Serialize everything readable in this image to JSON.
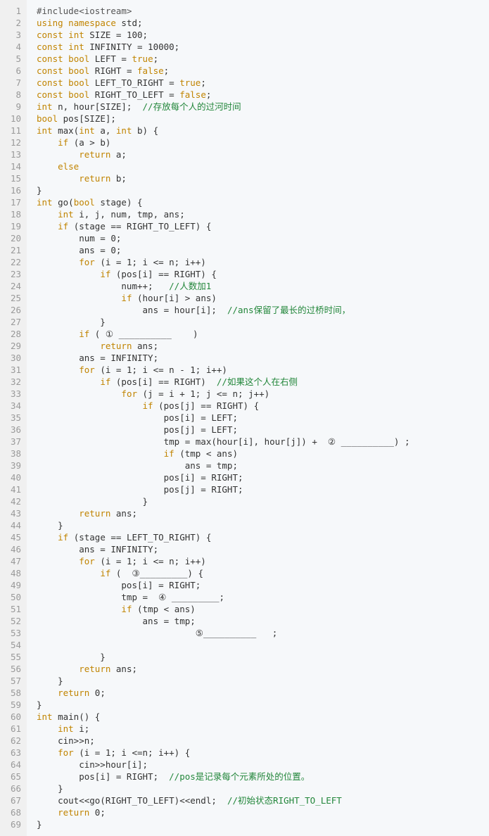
{
  "colors": {
    "background": "#f6f8fa",
    "gutter": "#f0f0f0",
    "keyword": "#c18401",
    "comment": "#22863a",
    "text": "#333333",
    "line_number": "#999999"
  },
  "code_lines": [
    "#include<iostream>",
    "using namespace std;",
    "const int SIZE = 100;",
    "const int INFINITY = 10000;",
    "const bool LEFT = true;",
    "const bool RIGHT = false;",
    "const bool LEFT_TO_RIGHT = true;",
    "const bool RIGHT_TO_LEFT = false;",
    "int n, hour[SIZE];  //存放每个人的过河时间",
    "bool pos[SIZE];",
    "int max(int a, int b) {",
    "    if (a > b)",
    "        return a;",
    "    else",
    "        return b;",
    "}",
    "int go(bool stage) {",
    "    int i, j, num, tmp, ans;",
    "    if (stage == RIGHT_TO_LEFT) {",
    "        num = 0;",
    "        ans = 0;",
    "        for (i = 1; i <= n; i++)",
    "            if (pos[i] == RIGHT) {",
    "                num++;   //人数加1",
    "                if (hour[i] > ans)",
    "                    ans = hour[i];  //ans保留了最长的过桥时间，",
    "            }",
    "        if ( ① __________    )",
    "            return ans;",
    "        ans = INFINITY;",
    "        for (i = 1; i <= n - 1; i++)",
    "            if (pos[i] == RIGHT)  //如果这个人在右侧",
    "                for (j = i + 1; j <= n; j++)",
    "                    if (pos[j] == RIGHT) {",
    "                        pos[i] = LEFT;",
    "                        pos[j] = LEFT;",
    "                        tmp = max(hour[i], hour[j]) +  ② __________) ;",
    "                        if (tmp < ans)",
    "                            ans = tmp;",
    "                        pos[i] = RIGHT;",
    "                        pos[j] = RIGHT;",
    "                    }",
    "        return ans;",
    "    }",
    "    if (stage == LEFT_TO_RIGHT) {",
    "        ans = INFINITY;",
    "        for (i = 1; i <= n; i++)",
    "            if (  ③_________) {",
    "                pos[i] = RIGHT;",
    "                tmp =  ④ _________;",
    "                if (tmp < ans)",
    "                    ans = tmp;",
    "                              ⑤__________   ;",
    "",
    "            }",
    "        return ans;",
    "    }",
    "    return 0;",
    "}",
    "int main() {",
    "    int i;",
    "    cin>>n;",
    "    for (i = 1; i <=n; i++) {",
    "        cin>>hour[i];",
    "        pos[i] = RIGHT;  //pos是记录每个元素所处的位置。",
    "    }",
    "    cout<<go(RIGHT_TO_LEFT)<<endl;  //初始状态RIGHT_TO_LEFT",
    "    return 0;",
    "}"
  ]
}
